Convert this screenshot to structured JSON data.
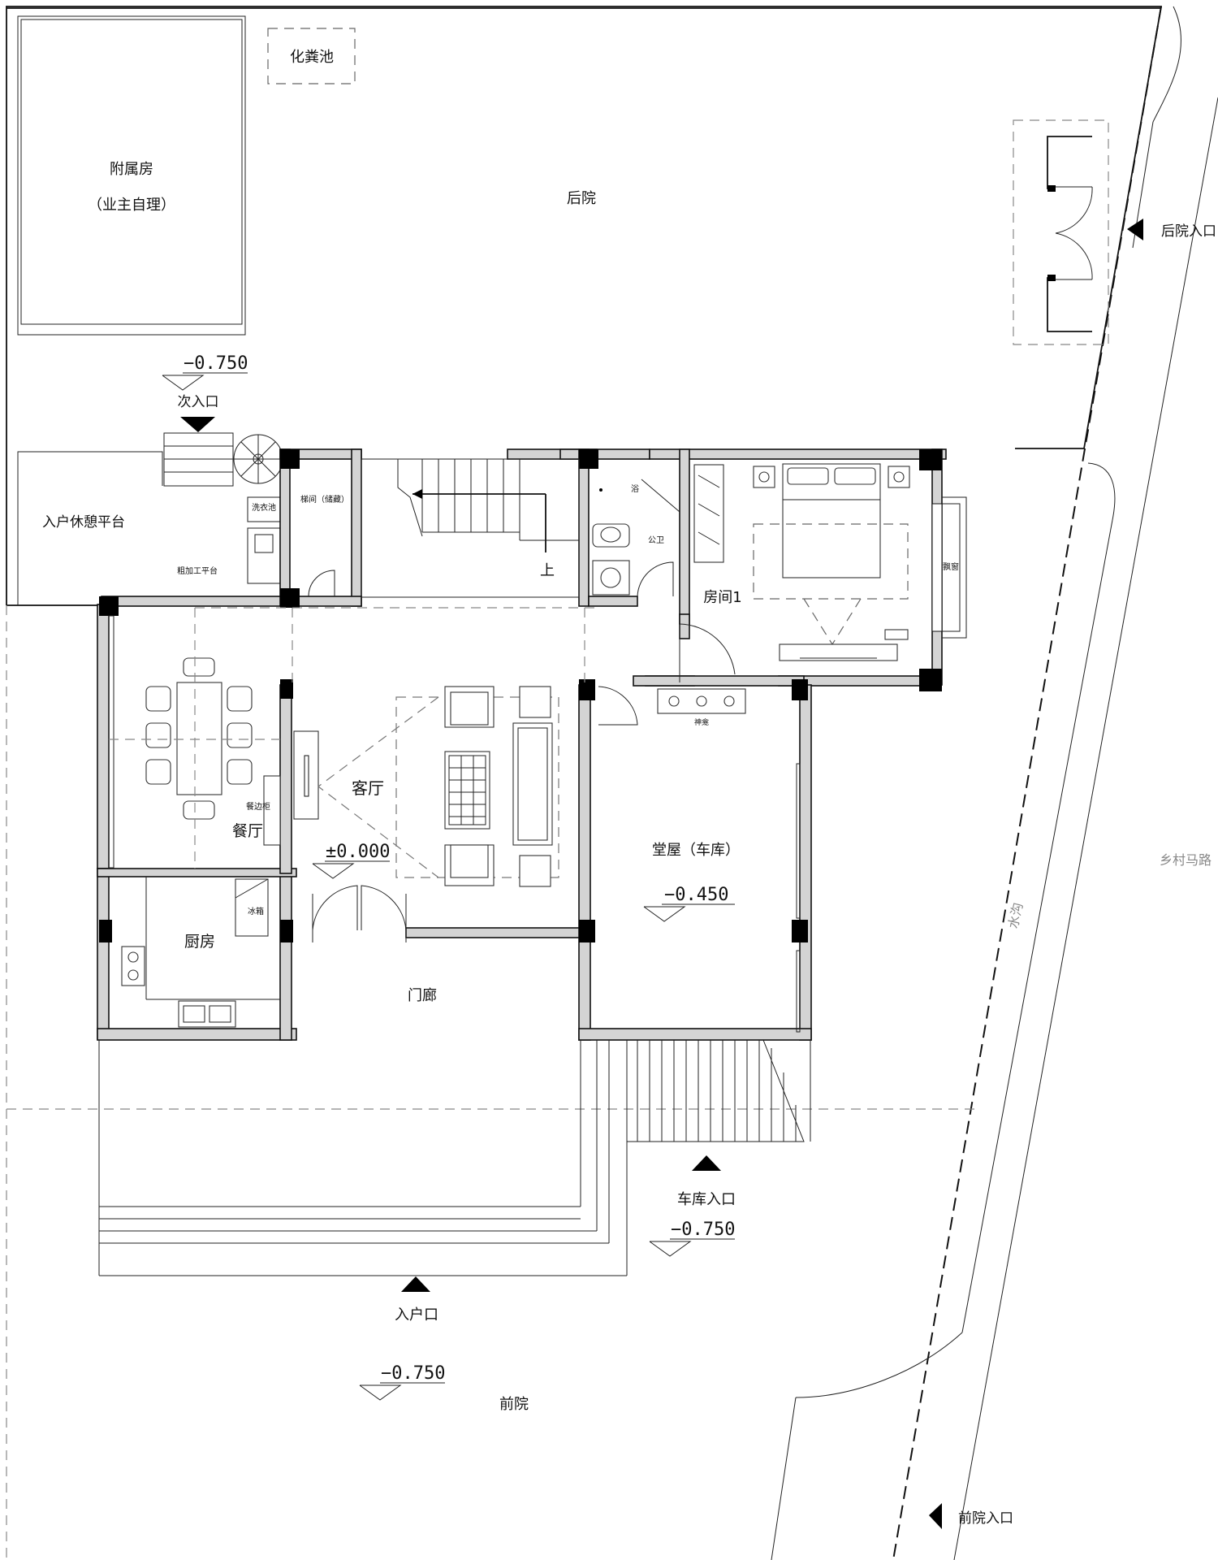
{
  "rooms": {
    "annex": "附属房",
    "annex_note": "（业主自理）",
    "septic_tank": "化粪池",
    "backyard": "后院",
    "backyard_entry": "后院入口",
    "secondary_entry": "次入口",
    "entry_platform": "入户休憩平台",
    "prep_counter": "粗加工平台",
    "wash_sink": "洗衣池",
    "stair_storage": "梯间（储藏）",
    "stair_up": "上",
    "bath_shower": "浴",
    "public_wc": "公卫",
    "room1": "房间1",
    "bay_window": "飘窗",
    "shrine": "神龛",
    "living_room": "客厅",
    "dining_room": "餐厅",
    "sideboard": "餐边柜",
    "kitchen": "厨房",
    "fridge": "冰箱",
    "main_hall": "堂屋（车库）",
    "porch": "门廊",
    "garage_entry": "车库入口",
    "front_entry": "入户口",
    "front_yard": "前院",
    "front_yard_entry": "前院入口",
    "village_road": "乡村马路",
    "ditch": "水沟"
  },
  "elevations": {
    "secondary_entry": "−0.750",
    "living_room": "±0.000",
    "main_hall": "−0.450",
    "garage_entry": "−0.750",
    "front_entry": "−0.750"
  }
}
